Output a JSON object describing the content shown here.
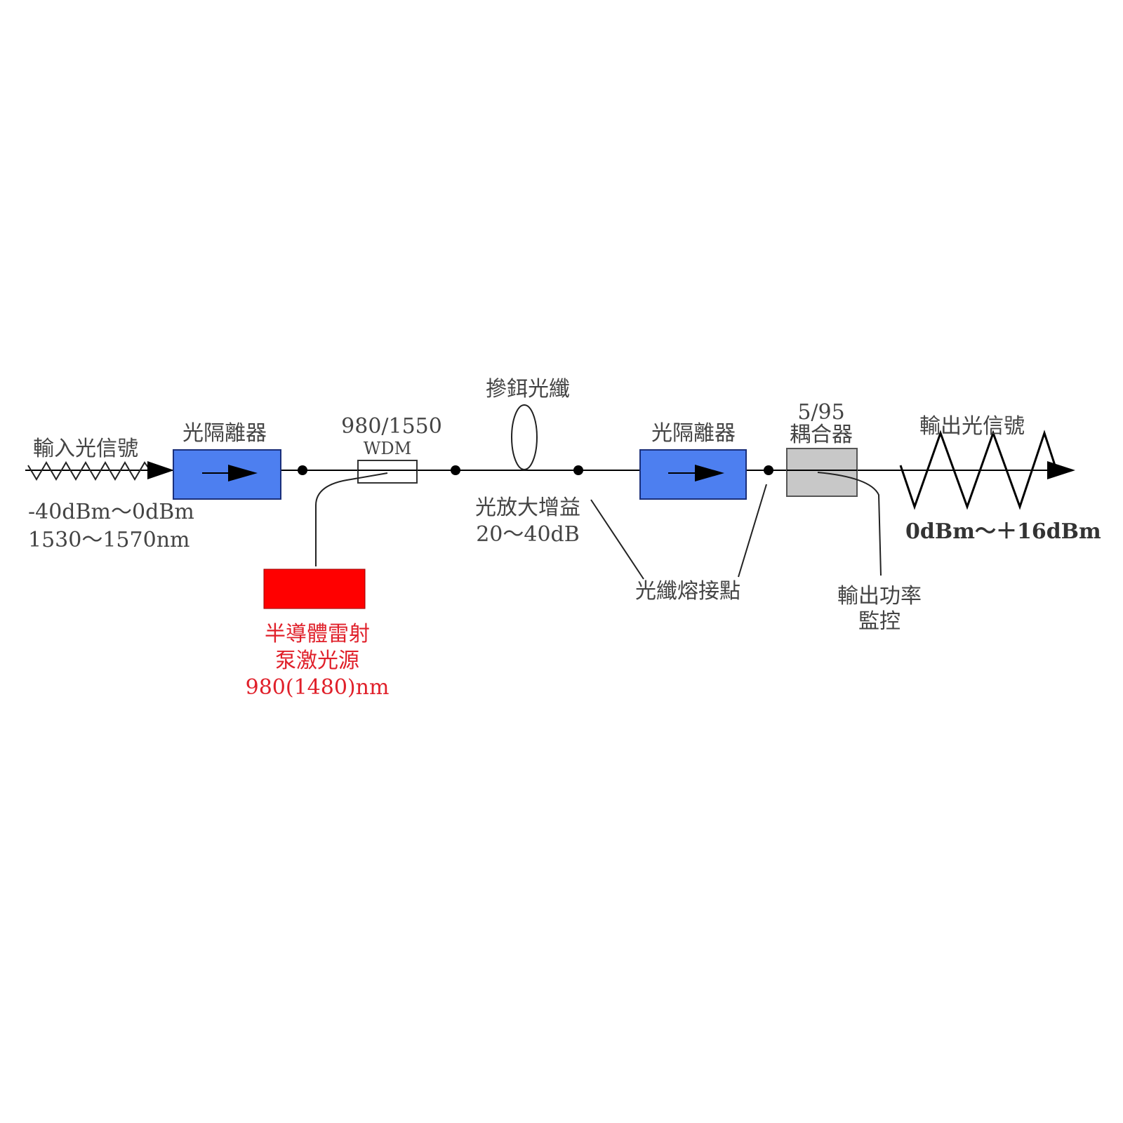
{
  "labels": {
    "input_signal": "輸入光信號",
    "input_power": "-40dBm～0dBm",
    "input_wavelength": "1530～1570nm",
    "isolator_1": "光隔離器",
    "wdm_ratio": "980/1550",
    "wdm": "WDM",
    "doped_fiber": "摻鉺光纖",
    "gain_title": "光放大增益",
    "gain_value": "20～40dB",
    "isolator_2": "光隔離器",
    "coupler_ratio": "5/95",
    "coupler": "耦合器",
    "output_signal": "輸出光信號",
    "output_power": "0dBm～＋16dBm",
    "splice_points": "光纖熔接點",
    "monitor_line1": "輸出功率",
    "monitor_line2": "監控",
    "pump_line1": "半導體雷射",
    "pump_line2": "泵激光源",
    "pump_line3": "980(1480)nm"
  },
  "colors": {
    "isolator": "#4d7ff0",
    "pump": "#ff0000",
    "coupler": "#c8c8c8",
    "pump_text": "#e0202a"
  }
}
